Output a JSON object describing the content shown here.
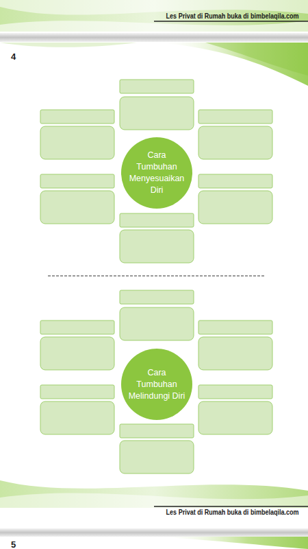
{
  "diagram": {
    "nodes": [
      {
        "text": [
          "Cara Tumbuhan Menyesuaikan Diri"
        ]
      },
      {
        "text": [
          "Cara Tumbuhan Melindungi Diri"
        ]
      }
    ],
    "labels": [
      "Les Privat di Rumah buka di bimbelaqila.com",
      "4",
      "Les Privat di Rumah buka di bimbelaqila.com",
      "5"
    ]
  }
}
